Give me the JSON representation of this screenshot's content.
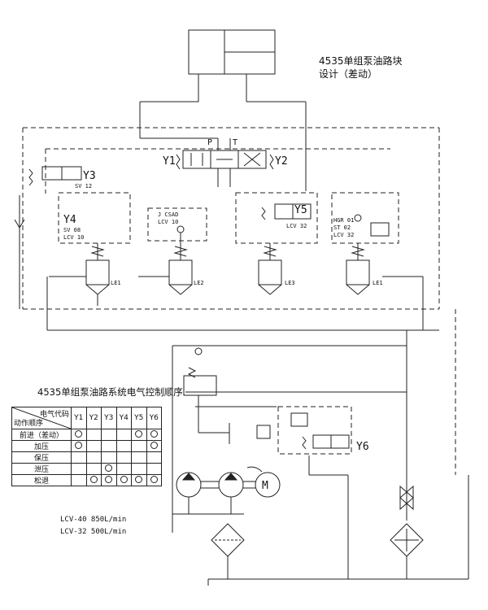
{
  "title_line1": "4535单组泵油路块",
  "title_line2": "设计（差动）",
  "valves": {
    "y1": "Y1",
    "y2": "Y2",
    "p_port": "P",
    "t_port": "T",
    "y3": "Y3",
    "y3_code": "SV 12",
    "y4": "Y4",
    "y4_code1": "SV 08",
    "y4_code2": "LCV 10",
    "b2_code1": "J CSAD",
    "b2_code2": "LCV 10",
    "y5": "Y5",
    "y5_code": "LCV 32",
    "b4_code1": "HGR 01",
    "b4_code2": "ST 02",
    "b4_code3": "LCV 32",
    "y6": "Y6",
    "le1": "LE1",
    "le2": "LE2",
    "le3": "LE3",
    "le4": "LE1"
  },
  "sequence": {
    "title": "4535单组泵油路系统电气控制顺序",
    "header_top": "电气代码",
    "header_bottom": "动作顺序",
    "columns": [
      "Y1",
      "Y2",
      "Y3",
      "Y4",
      "Y5",
      "Y6"
    ],
    "rows": [
      {
        "label": "前进（差动）",
        "marks": [
          true,
          false,
          false,
          false,
          true,
          true
        ]
      },
      {
        "label": "加压",
        "marks": [
          true,
          false,
          false,
          false,
          false,
          true
        ]
      },
      {
        "label": "保压",
        "marks": [
          false,
          false,
          false,
          false,
          false,
          false
        ]
      },
      {
        "label": "泄压",
        "marks": [
          false,
          false,
          true,
          false,
          false,
          false
        ]
      },
      {
        "label": "松退",
        "marks": [
          false,
          true,
          true,
          true,
          true,
          true
        ]
      }
    ]
  },
  "flow_notes": [
    "LCV-40   850L/min",
    "LCV-32   500L/min"
  ]
}
